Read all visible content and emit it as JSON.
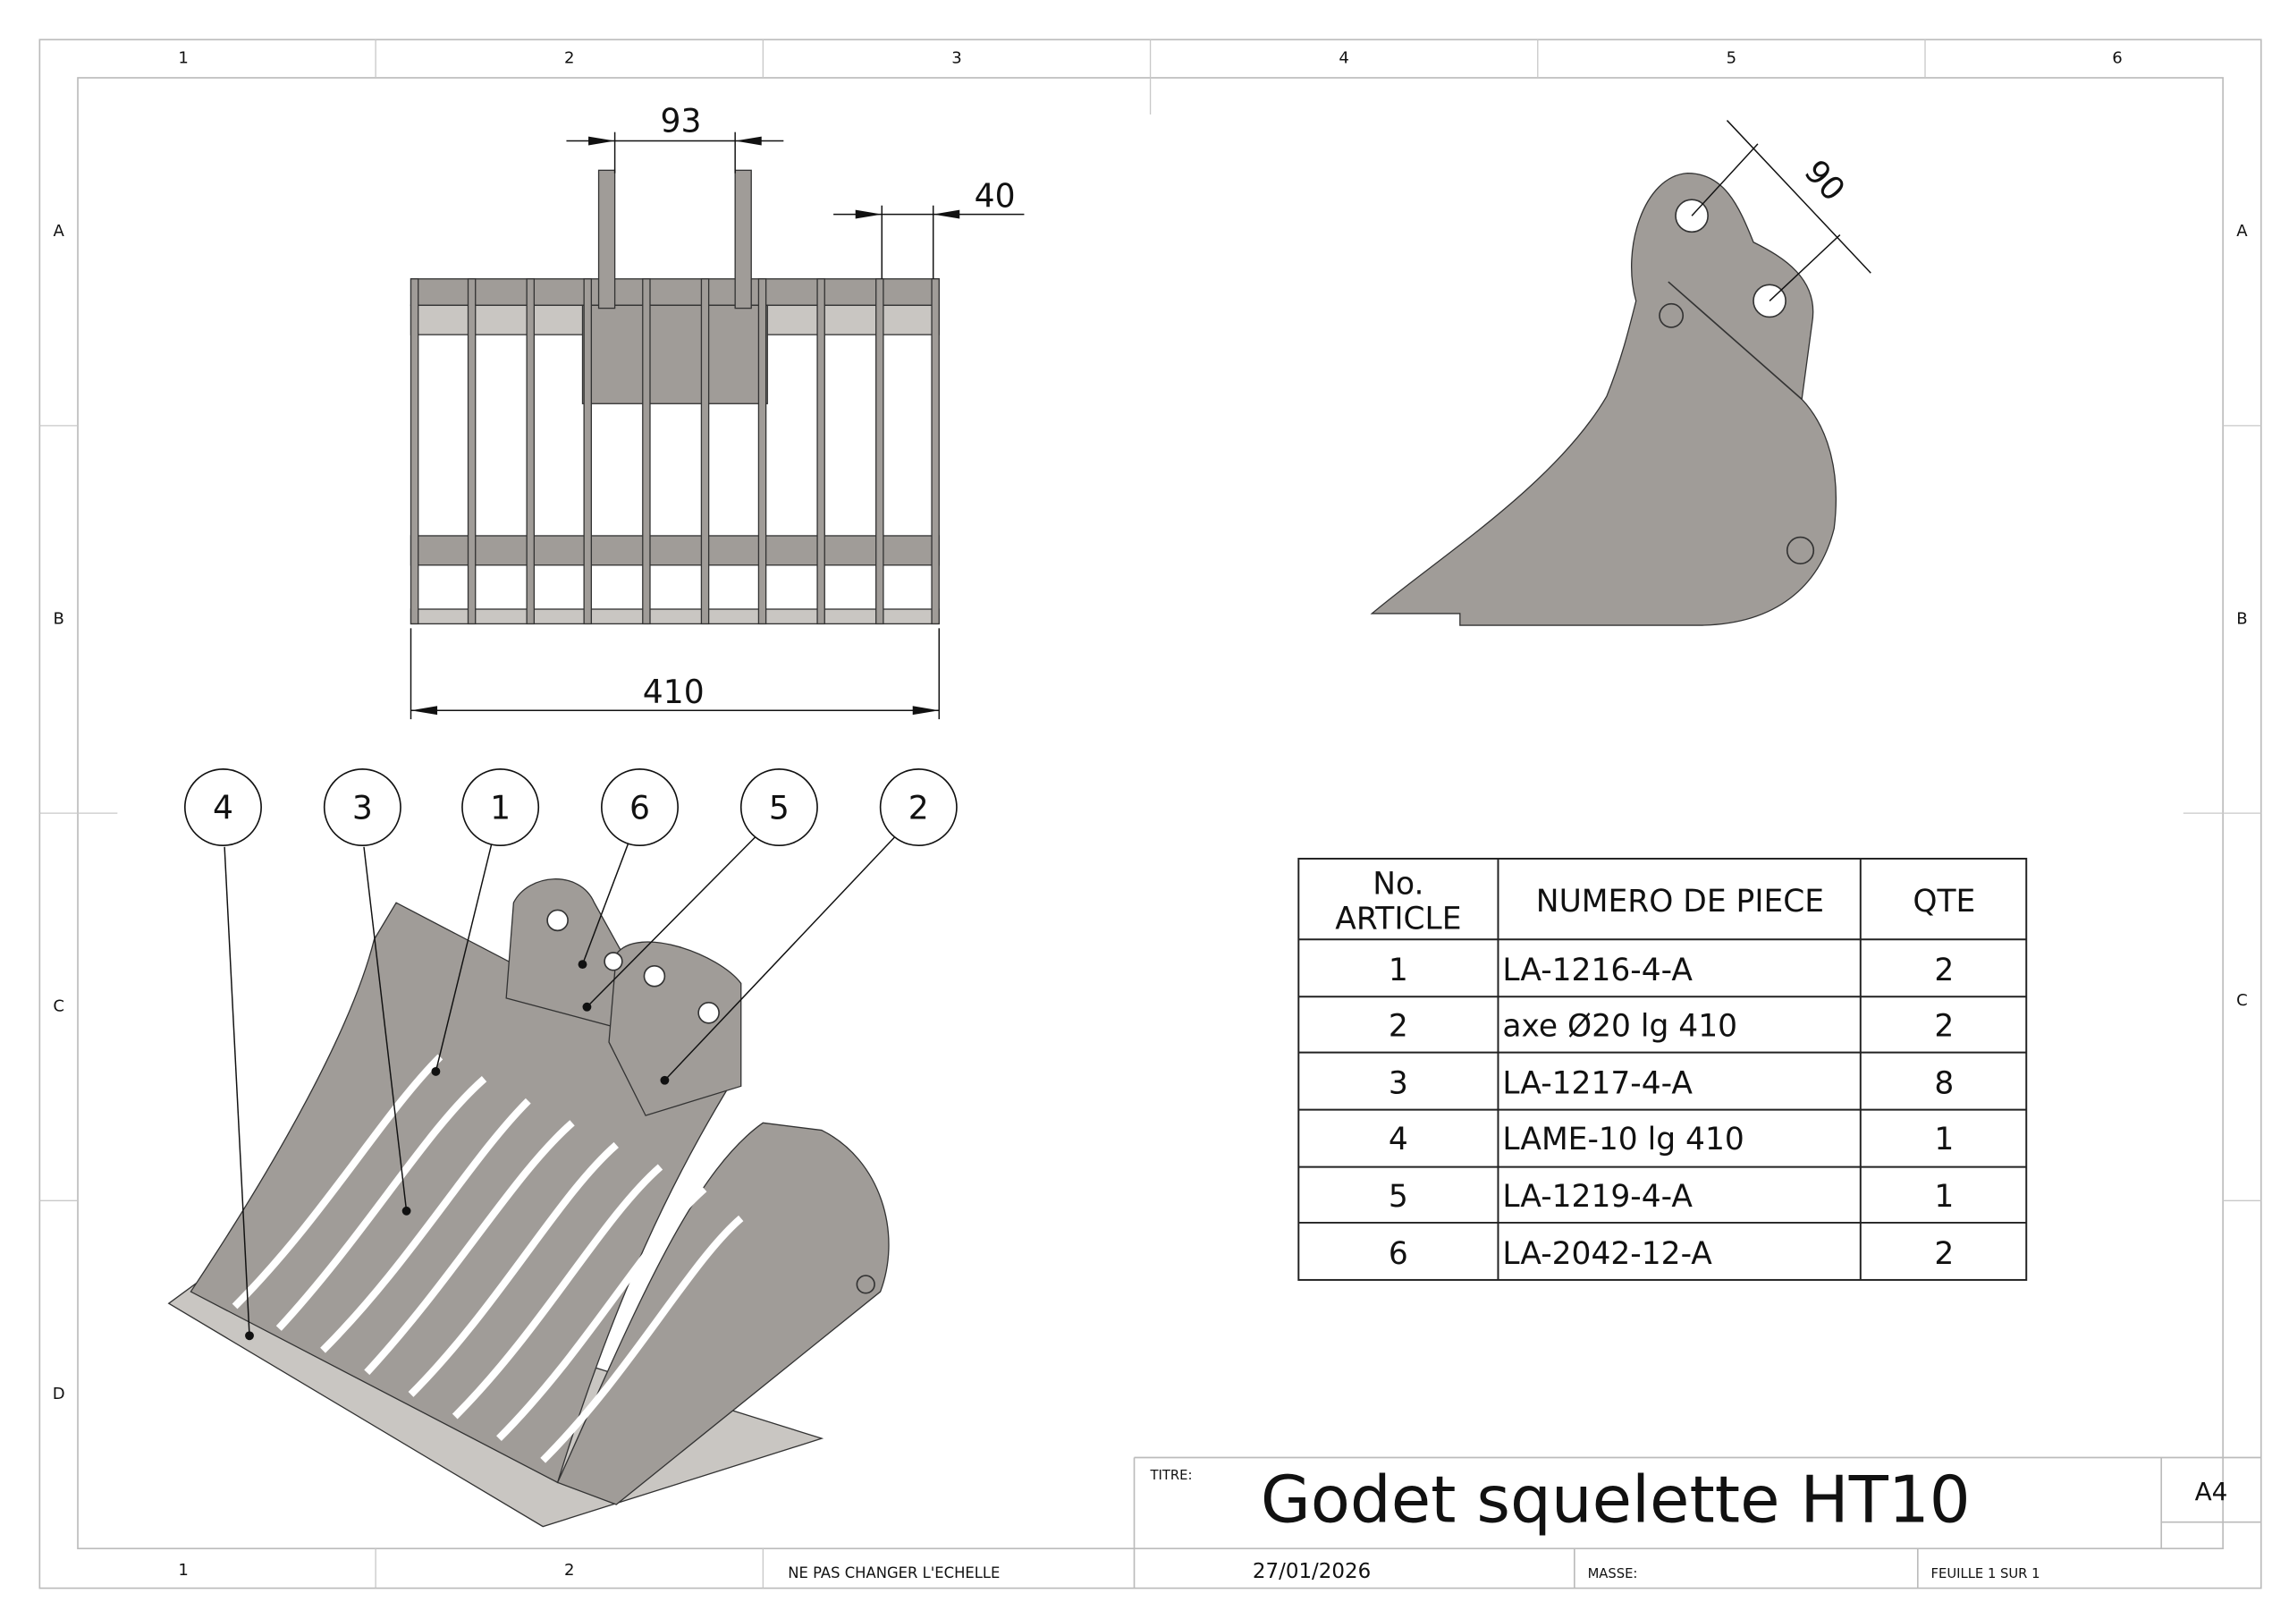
{
  "border": {
    "columns": [
      "1",
      "2",
      "3",
      "4",
      "5",
      "6"
    ],
    "rows": [
      "A",
      "B",
      "C",
      "D"
    ]
  },
  "front_view": {
    "dim_top": "93",
    "dim_right": "40",
    "dim_bottom": "410"
  },
  "side_view": {
    "dim_angle": "90"
  },
  "balloons": [
    "4",
    "3",
    "1",
    "6",
    "5",
    "2"
  ],
  "bom": {
    "headers": {
      "article_line1": "No.",
      "article_line2": "ARTICLE",
      "part_number": "NUMERO DE PIECE",
      "qty": "QTE"
    },
    "rows": [
      {
        "no": "1",
        "part": "LA-1216-4-A",
        "qty": "2"
      },
      {
        "no": "2",
        "part": "axe Ø20 lg 410",
        "qty": "2"
      },
      {
        "no": "3",
        "part": "LA-1217-4-A",
        "qty": "8"
      },
      {
        "no": "4",
        "part": "LAME-10 lg 410",
        "qty": "1"
      },
      {
        "no": "5",
        "part": "LA-1219-4-A",
        "qty": "1"
      },
      {
        "no": "6",
        "part": "LA-2042-12-A",
        "qty": "2"
      }
    ]
  },
  "title_block": {
    "title_label": "TITRE:",
    "title": "Godet squelette HT10",
    "format": "A4",
    "scale_note": "NE PAS CHANGER L'ECHELLE",
    "date": "27/01/2026",
    "mass_label": "MASSE:",
    "sheet": "FEUILLE 1 SUR 1"
  }
}
